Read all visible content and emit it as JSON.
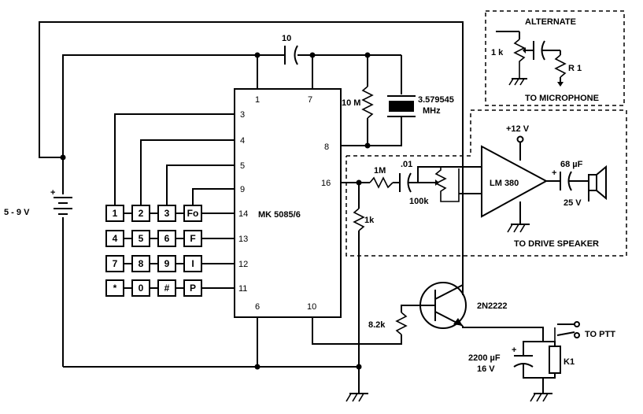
{
  "ic": {
    "part": "MK 5085/6",
    "pins": [
      "1",
      "7",
      "3",
      "4",
      "5",
      "9",
      "14",
      "13",
      "12",
      "11",
      "8",
      "16",
      "6",
      "10"
    ]
  },
  "keypad": {
    "keys": [
      "1",
      "2",
      "3",
      "Fo",
      "4",
      "5",
      "6",
      "F",
      "7",
      "8",
      "9",
      "I",
      "*",
      "0",
      "#",
      "P"
    ]
  },
  "battery": {
    "voltage": "5 - 9 V",
    "plus": "+"
  },
  "crystal": {
    "freq1": "3.579545",
    "freq2": "MHz"
  },
  "resistors": {
    "r_osc": "10 M",
    "r_1m": "1M",
    "r_100k": "100k",
    "r_1k": "1k",
    "r_82k": "8.2k",
    "r_alt_1k": "1 k",
    "r_alt_r1": "R 1"
  },
  "capacitors": {
    "c_10": "10",
    "c_01": ".01",
    "c_out": "68 µF",
    "c_out_v": "25 V",
    "c_relay": "2200 µF",
    "c_relay_v": "16 V",
    "plus": "+"
  },
  "amp": {
    "part": "LM 380",
    "supply": "+12 V",
    "caption": "TO DRIVE SPEAKER"
  },
  "alternate": {
    "title": "ALTERNATE",
    "caption": "TO MICROPHONE"
  },
  "transistor": {
    "part": "2N2222"
  },
  "relay": {
    "label": "K1",
    "out": "TO PTT"
  }
}
